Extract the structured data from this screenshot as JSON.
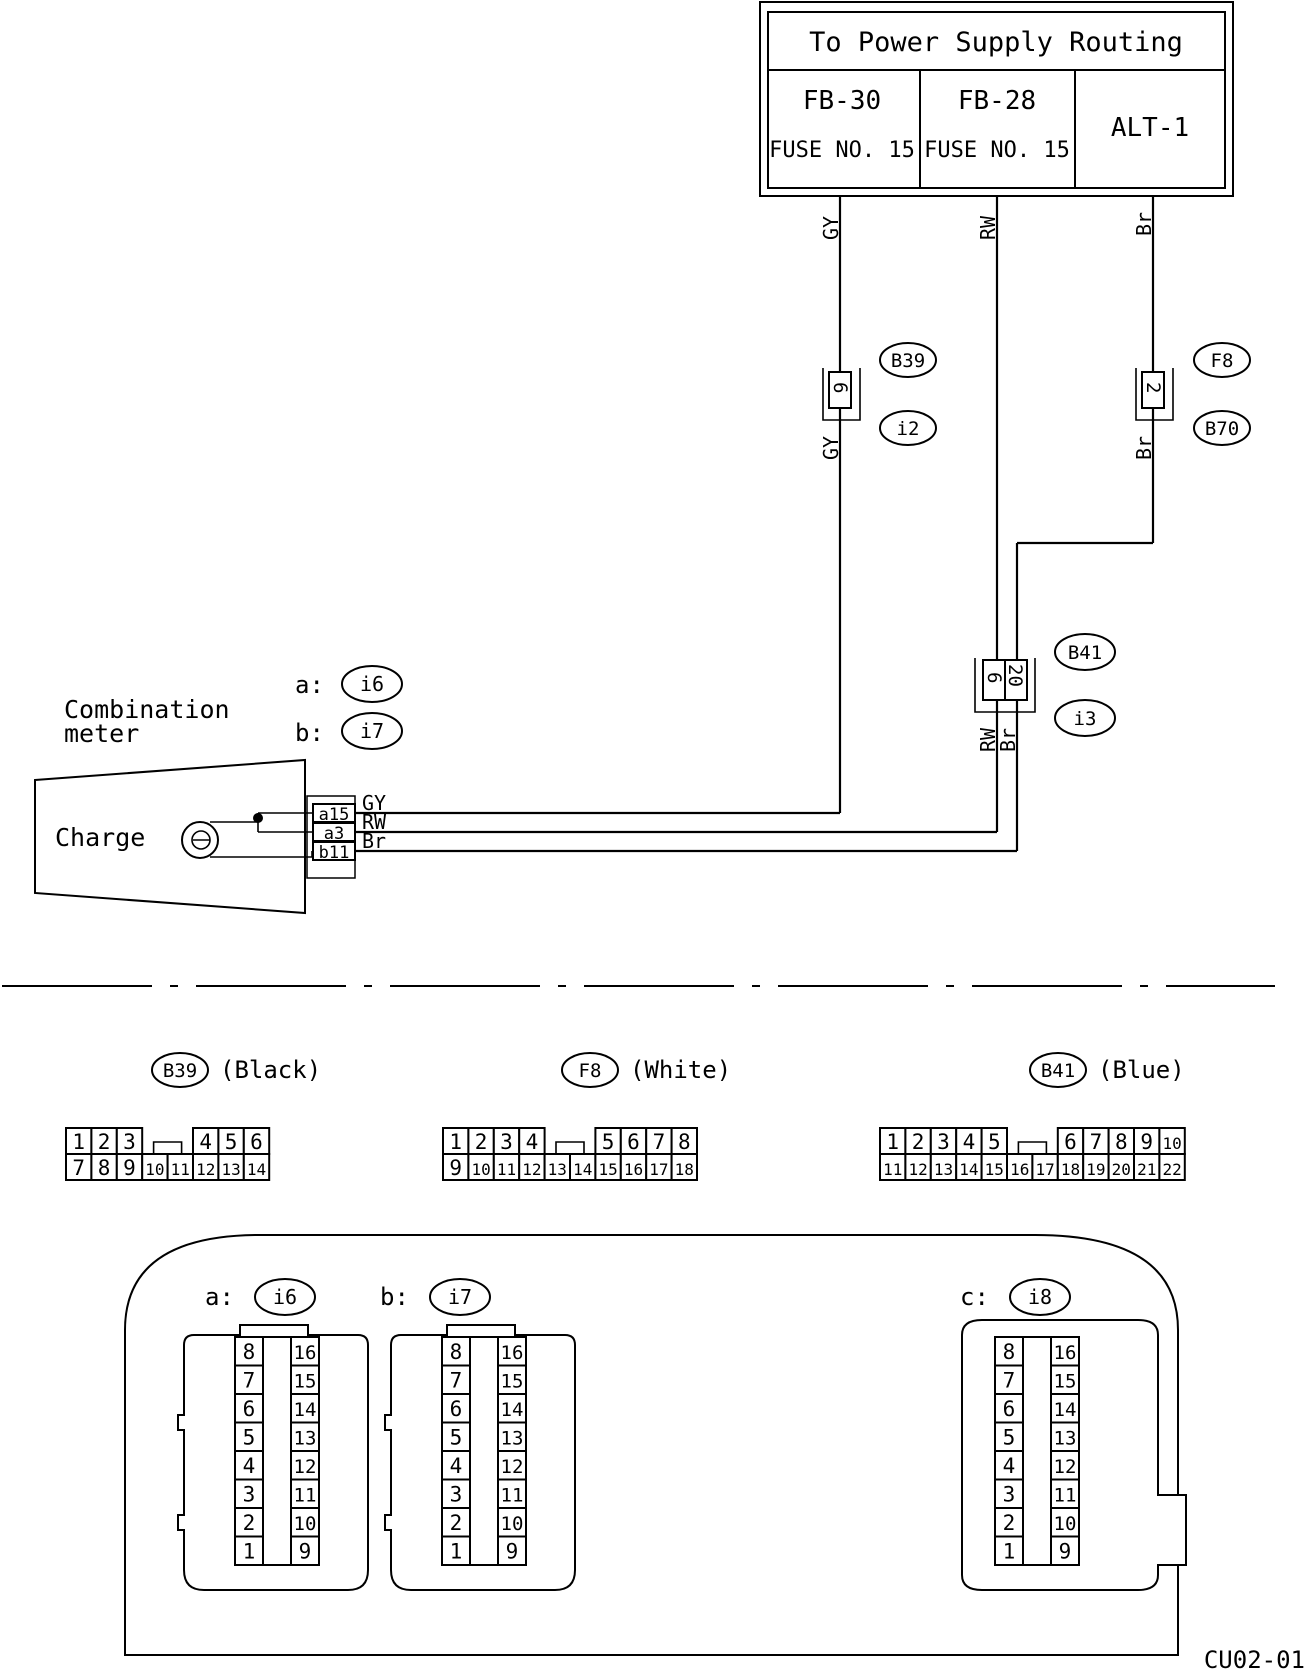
{
  "supply": {
    "title": "To Power Supply Routing",
    "cells": [
      {
        "line1": "FB-30",
        "line2": "FUSE NO. 15"
      },
      {
        "line1": "FB-28",
        "line2": "FUSE NO. 15"
      },
      {
        "line1": "ALT-1",
        "line2": ""
      }
    ]
  },
  "wires": {
    "gy": "GY",
    "rw": "RW",
    "br": "Br"
  },
  "connectors": {
    "b39": {
      "code": "B39",
      "pin": "6",
      "mate": "i2"
    },
    "f8": {
      "code": "F8",
      "pin": "2",
      "mate": "B70"
    },
    "b41": {
      "code": "B41",
      "pins": [
        "6",
        "20"
      ],
      "mate": "i3"
    }
  },
  "meter": {
    "title_line1": "Combination",
    "title_line2": "meter",
    "lamp_label": "Charge",
    "pin_a15": "a15",
    "pin_a3": "a3",
    "pin_b11": "b11",
    "conn_a_prefix": "a:",
    "conn_a": "i6",
    "conn_b_prefix": "b:",
    "conn_b": "i7"
  },
  "faces": {
    "b39": {
      "code": "B39",
      "color": "(Black)",
      "top_left": [
        "1",
        "2",
        "3"
      ],
      "top_right": [
        "4",
        "5",
        "6"
      ],
      "bottom": [
        "7",
        "8",
        "9",
        "10",
        "11",
        "12",
        "13",
        "14"
      ]
    },
    "f8": {
      "code": "F8",
      "color": "(White)",
      "top_left": [
        "1",
        "2",
        "3",
        "4"
      ],
      "top_right": [
        "5",
        "6",
        "7",
        "8"
      ],
      "bottom": [
        "9",
        "10",
        "11",
        "12",
        "13",
        "14",
        "15",
        "16",
        "17",
        "18"
      ]
    },
    "b41": {
      "code": "B41",
      "color": "(Blue)",
      "top_left": [
        "1",
        "2",
        "3",
        "4",
        "5"
      ],
      "top_right": [
        "6",
        "7",
        "8",
        "9",
        "10"
      ],
      "bottom": [
        "11",
        "12",
        "13",
        "14",
        "15",
        "16",
        "17",
        "18",
        "19",
        "20",
        "21",
        "22"
      ]
    }
  },
  "meter_connectors": [
    {
      "prefix": "a:",
      "code": "i6",
      "left": [
        "8",
        "7",
        "6",
        "5",
        "4",
        "3",
        "2",
        "1"
      ],
      "right": [
        "16",
        "15",
        "14",
        "13",
        "12",
        "11",
        "10",
        "9"
      ]
    },
    {
      "prefix": "b:",
      "code": "i7",
      "left": [
        "8",
        "7",
        "6",
        "5",
        "4",
        "3",
        "2",
        "1"
      ],
      "right": [
        "16",
        "15",
        "14",
        "13",
        "12",
        "11",
        "10",
        "9"
      ]
    },
    {
      "prefix": "c:",
      "code": "i8",
      "left": [
        "8",
        "7",
        "6",
        "5",
        "4",
        "3",
        "2",
        "1"
      ],
      "right": [
        "16",
        "15",
        "14",
        "13",
        "12",
        "11",
        "10",
        "9"
      ]
    }
  ],
  "figure_code": "CU02-01"
}
